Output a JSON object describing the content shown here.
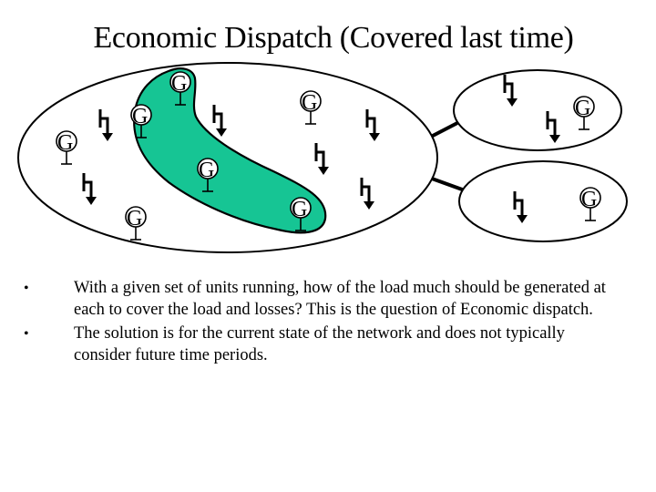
{
  "slide": {
    "title": "Economic Dispatch (Covered last time)",
    "bullets": [
      {
        "marker": "•",
        "text": "With a given set of units running, how of the load much should be generated at each to cover the load and losses?  This is the question of Economic dispatch."
      },
      {
        "marker": "•",
        "text": "The solution is for the current state of the network and does not typically consider future time periods."
      }
    ]
  },
  "diagram": {
    "generator_label": "G",
    "colors": {
      "committed_region_fill": "#16C594",
      "outline": "#000000",
      "background": "#FFFFFF"
    },
    "areas": [
      {
        "name": "main-area",
        "generators": 7,
        "loads": 6
      },
      {
        "name": "upper-right-area",
        "generators": 1,
        "loads": 2
      },
      {
        "name": "lower-right-area",
        "generators": 1,
        "loads": 1
      }
    ],
    "icons": {
      "generator": "generator-icon",
      "load": "load-arrow-icon"
    }
  }
}
